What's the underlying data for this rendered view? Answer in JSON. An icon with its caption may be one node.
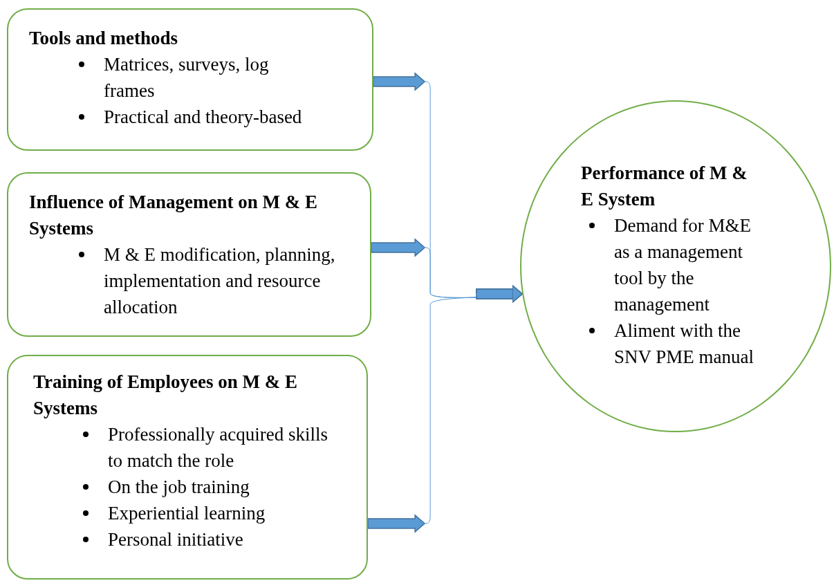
{
  "diagram": {
    "nodes": [
      {
        "text": [
          "Tools and methods",
          "Matrices, surveys, log frames",
          "Practical and theory-based"
        ]
      },
      {
        "text": [
          "Influence of Management on M & E Systems",
          "M & E modification, planning, implementation and resource allocation"
        ]
      },
      {
        "text": [
          "Training of Employees on M & E Systems",
          "Professionally acquired skills to match the role",
          "On the job training",
          "Experiential learning",
          "Personal initiative"
        ]
      },
      {
        "text": [
          "Performance of M & E System",
          "Demand for M&E as a management tool by the management",
          "Aliment with the SNV PME manual"
        ]
      }
    ],
    "edges": [
      {
        "from": 0,
        "to": 3,
        "arrow": "to"
      },
      {
        "from": 1,
        "to": 3,
        "arrow": "to"
      },
      {
        "from": 2,
        "to": 3,
        "arrow": "to"
      }
    ]
  }
}
